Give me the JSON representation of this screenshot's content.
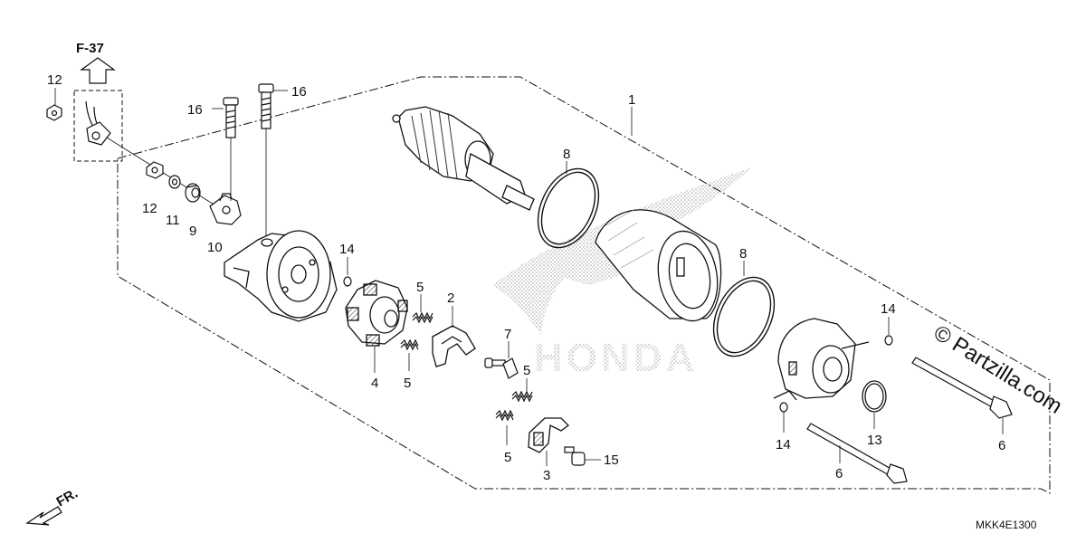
{
  "diagram": {
    "reference_label": "F-37",
    "front_label": "FR.",
    "diagram_code": "MKK4E1300",
    "watermark": "© Partzilla.com",
    "logo_text": "HONDA",
    "callouts": [
      {
        "id": "c1",
        "num": "1"
      },
      {
        "id": "c2",
        "num": "2"
      },
      {
        "id": "c3",
        "num": "3"
      },
      {
        "id": "c4",
        "num": "4"
      },
      {
        "id": "c5a",
        "num": "5"
      },
      {
        "id": "c5b",
        "num": "5"
      },
      {
        "id": "c5c",
        "num": "5"
      },
      {
        "id": "c5d",
        "num": "5"
      },
      {
        "id": "c6a",
        "num": "6"
      },
      {
        "id": "c6b",
        "num": "6"
      },
      {
        "id": "c7",
        "num": "7"
      },
      {
        "id": "c8a",
        "num": "8"
      },
      {
        "id": "c8b",
        "num": "8"
      },
      {
        "id": "c9",
        "num": "9"
      },
      {
        "id": "c10",
        "num": "10"
      },
      {
        "id": "c11",
        "num": "11"
      },
      {
        "id": "c12a",
        "num": "12"
      },
      {
        "id": "c12b",
        "num": "12"
      },
      {
        "id": "c13",
        "num": "13"
      },
      {
        "id": "c14a",
        "num": "14"
      },
      {
        "id": "c14b",
        "num": "14"
      },
      {
        "id": "c14c",
        "num": "14"
      },
      {
        "id": "c15",
        "num": "15"
      },
      {
        "id": "c16a",
        "num": "16"
      },
      {
        "id": "c16b",
        "num": "16"
      }
    ]
  }
}
